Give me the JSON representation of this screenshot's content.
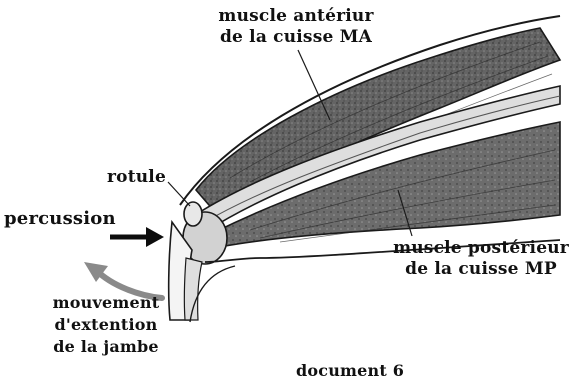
{
  "labels": {
    "ma_line1": "muscle antériur",
    "ma_line2": "de la cuisse MA",
    "rotule": "rotule",
    "percussion": "percussion",
    "mp_line1": "muscle postérieur",
    "mp_line2": "de la cuisse MP",
    "mvt_line1": "mouvement",
    "mvt_line2": "d'extention",
    "mvt_line3": "de la jambe",
    "document": "document 6"
  },
  "colors": {
    "muscle": "#5e5e5e",
    "muscle_light": "#9a9a9a",
    "bone": "#dedede",
    "outline": "#1a1a1a",
    "arrow_black": "#0d0d0d",
    "arrow_gray": "#8a8a8a"
  }
}
